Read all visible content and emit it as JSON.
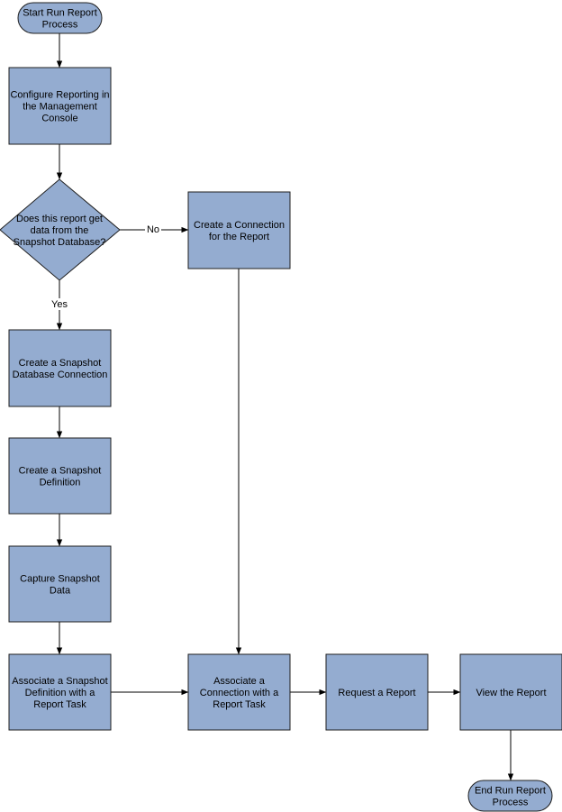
{
  "colors": {
    "node_fill": "#94acd0",
    "node_stroke": "#1f1f1f",
    "edge": "#000000",
    "background": "#ffffff"
  },
  "nodes": {
    "start": {
      "lines": [
        "Start Run Report",
        "Process"
      ]
    },
    "configure": {
      "lines": [
        "Configure Reporting in",
        "the Management",
        "Console"
      ]
    },
    "decision": {
      "lines": [
        "Does this report get",
        "data from the",
        "Snapshot Database?"
      ]
    },
    "create_connection": {
      "lines": [
        "Create a Connection",
        "for the Report"
      ]
    },
    "snapshot_db_connection": {
      "lines": [
        "Create a Snapshot",
        "Database Connection"
      ]
    },
    "snapshot_definition": {
      "lines": [
        "Create a Snapshot",
        "Definition"
      ]
    },
    "capture_snapshot": {
      "lines": [
        "Capture Snapshot",
        "Data"
      ]
    },
    "associate_snapshot": {
      "lines": [
        "Associate a Snapshot",
        "Definition with a",
        "Report Task"
      ]
    },
    "associate_connection": {
      "lines": [
        "Associate a",
        "Connection with a",
        "Report Task"
      ]
    },
    "request_report": {
      "lines": [
        "Request a Report"
      ]
    },
    "view_report": {
      "lines": [
        "View the Report"
      ]
    },
    "end": {
      "lines": [
        "End Run Report",
        "Process"
      ]
    }
  },
  "edge_labels": {
    "no": "No",
    "yes": "Yes"
  }
}
